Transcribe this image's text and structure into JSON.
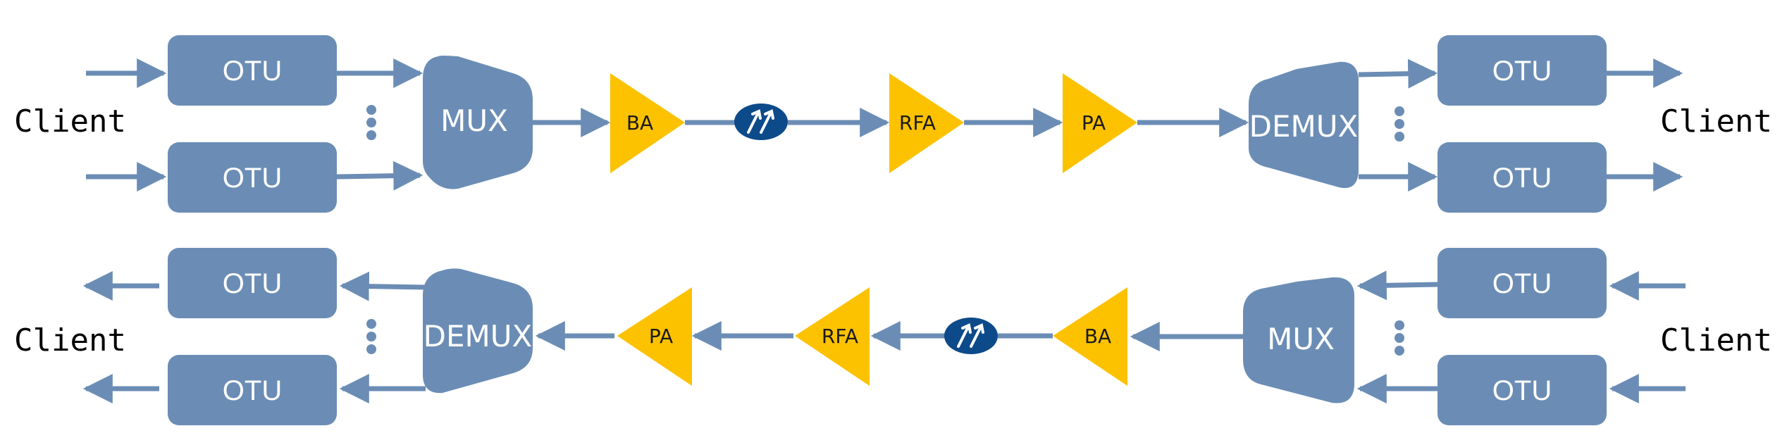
{
  "colors": {
    "block": "#6b8db5",
    "amplifier": "#fcc200",
    "line": "#6b8db5",
    "isolator": "#0d4a8a",
    "text": "#000000"
  },
  "top": {
    "client_left": "Client",
    "client_right": "Client",
    "otu_1": "OTU",
    "otu_2": "OTU",
    "otu_3": "OTU",
    "otu_4": "OTU",
    "mux": "MUX",
    "ba": "BA",
    "rfa": "RFA",
    "pa": "PA",
    "demux": "DEMUX"
  },
  "bottom": {
    "client_left": "Client",
    "client_right": "Client",
    "otu_1": "OTU",
    "otu_2": "OTU",
    "otu_3": "OTU",
    "otu_4": "OTU",
    "demux": "DEMUX",
    "pa": "PA",
    "rfa": "RFA",
    "ba": "BA",
    "mux": "MUX"
  },
  "icons": {
    "isolator": "isolator-arrows-icon",
    "ellipsis": "vertical-ellipsis-icon"
  }
}
